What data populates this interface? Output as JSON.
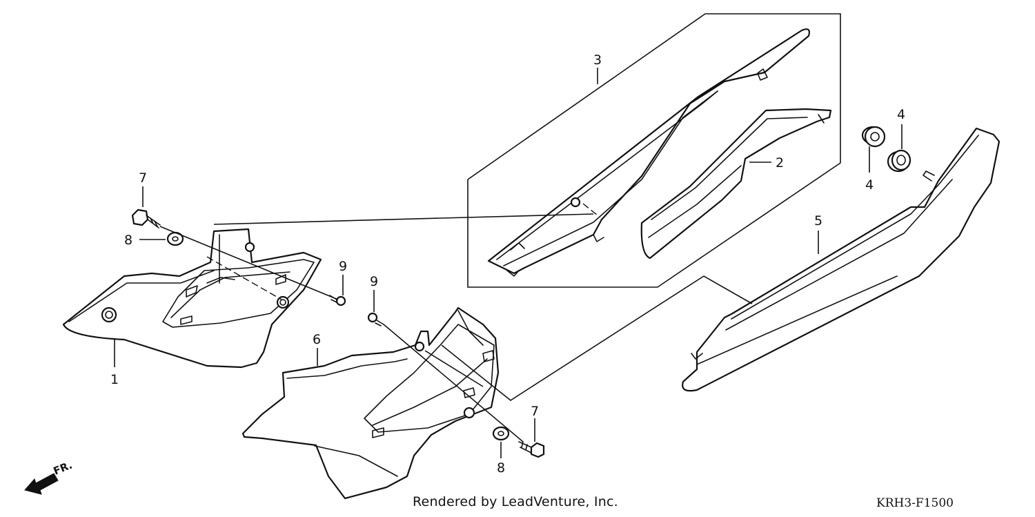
{
  "callouts": {
    "c1": "1",
    "c2": "2",
    "c3": "3",
    "c4a": "4",
    "c4b": "4",
    "c5": "5",
    "c6": "6",
    "c7a": "7",
    "c7b": "7",
    "c8a": "8",
    "c8b": "8",
    "c9a": "9",
    "c9b": "9"
  },
  "direction_label": "FR.",
  "footer": {
    "credit": "Rendered by LeadVenture, Inc.",
    "diagram_code": "KRH3-F1500"
  }
}
